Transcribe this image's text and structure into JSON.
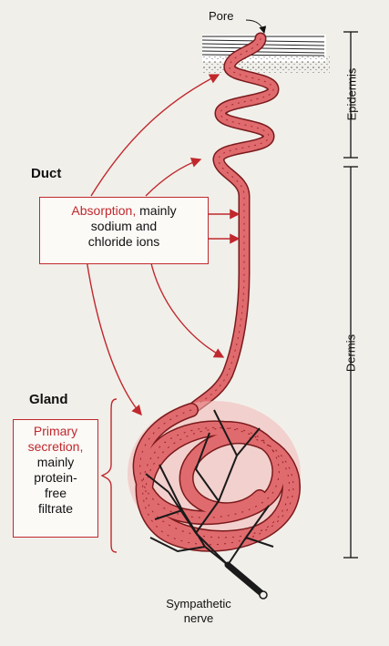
{
  "labels": {
    "pore": "Pore",
    "epidermis": "Epidermis",
    "dermis": "Dermis",
    "duct": "Duct",
    "gland": "Gland",
    "nerve_line1": "Sympathetic",
    "nerve_line2": "nerve"
  },
  "absorption_box": {
    "highlight": "Absorption,",
    "line1_rest": " mainly",
    "line2": "sodium and",
    "line3": "chloride ions"
  },
  "secretion_box": {
    "line1": "Primary",
    "line2": "secretion,",
    "line3": "mainly",
    "line4": "protein-",
    "line5": "free",
    "line6": "filtrate"
  },
  "colors": {
    "duct_fill": "#e06b6e",
    "duct_outline": "#7a1a1c",
    "arrow": "#c0282d",
    "nerve": "#1a1a1a",
    "background": "#f1efea"
  }
}
